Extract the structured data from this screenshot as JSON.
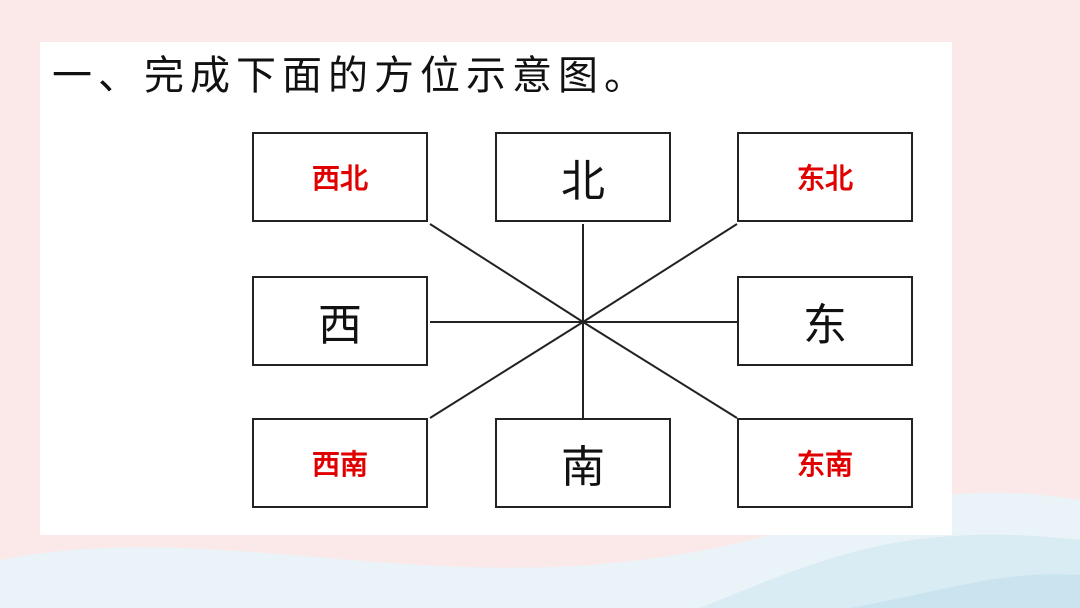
{
  "title": "一、完成下面的方位示意图。",
  "answer_color": "#e00000",
  "directions": {
    "north": "北",
    "south": "南",
    "east": "东",
    "west": "西",
    "northwest": "西北",
    "northeast": "东北",
    "southwest": "西南",
    "southeast": "东南"
  }
}
